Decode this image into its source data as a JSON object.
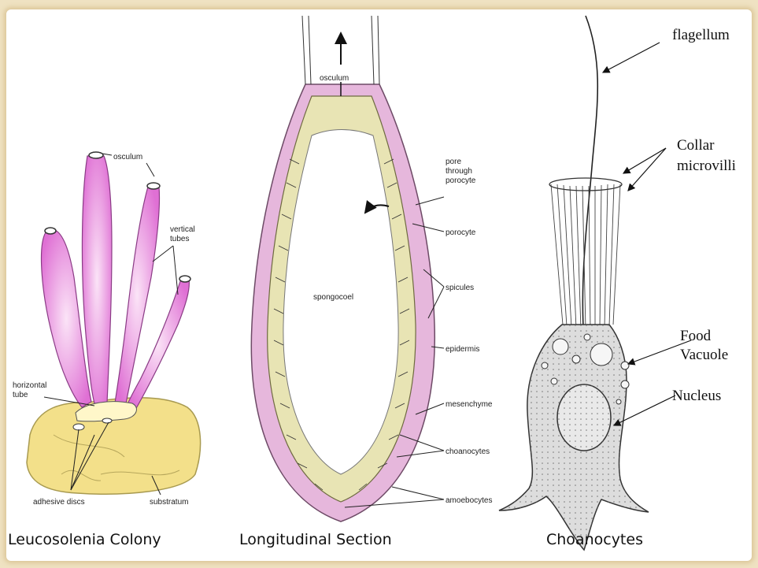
{
  "panels": [
    {
      "caption": "Leucosolenia Colony",
      "labels": {
        "osculum": "osculum",
        "vertical_tubes": "vertical tubes",
        "horizontal_tube": "horizontal tube",
        "adhesive_discs": "adhesive discs",
        "substratum": "substratum"
      }
    },
    {
      "caption": "Longitudinal Section",
      "labels": {
        "osculum": "osculum",
        "pore": "pore through porocyte",
        "porocyte": "porocyte",
        "spongocoel": "spongocoel",
        "spicules": "spicules",
        "epidermis": "epidermis",
        "mesenchyme": "mesenchyme",
        "choanocytes": "choanocytes",
        "amoebocytes": "amoebocytes"
      }
    },
    {
      "caption": "Choanocytes",
      "labels": {
        "flagellum": "flagellum",
        "collar_microvilli": "Collar microvilli",
        "food_vacuole": "Food Vacuole",
        "nucleus": "Nucleus"
      }
    }
  ],
  "colors": {
    "tube_pink": "#e27ad8",
    "base_yellow": "#f3e08a",
    "wall_magenta": "#d986c8",
    "cell_gray": "#d9d9d9"
  }
}
